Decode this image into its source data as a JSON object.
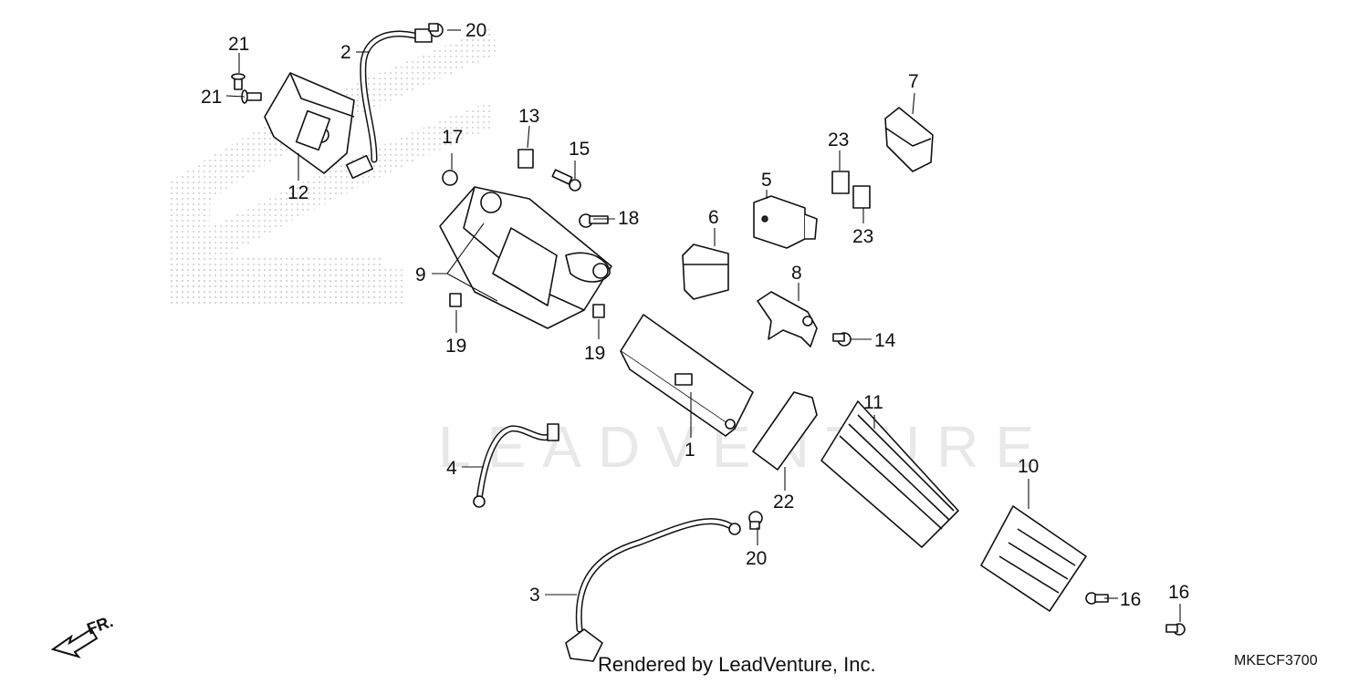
{
  "watermark": {
    "brand": "LEADVENTURE"
  },
  "callouts": [
    {
      "id": "1",
      "text": "1"
    },
    {
      "id": "2",
      "text": "2"
    },
    {
      "id": "3",
      "text": "3"
    },
    {
      "id": "4",
      "text": "4"
    },
    {
      "id": "5",
      "text": "5"
    },
    {
      "id": "6",
      "text": "6"
    },
    {
      "id": "7",
      "text": "7"
    },
    {
      "id": "8",
      "text": "8"
    },
    {
      "id": "9",
      "text": "9"
    },
    {
      "id": "10",
      "text": "10"
    },
    {
      "id": "11",
      "text": "11"
    },
    {
      "id": "12",
      "text": "12"
    },
    {
      "id": "13",
      "text": "13"
    },
    {
      "id": "14",
      "text": "14"
    },
    {
      "id": "15",
      "text": "15"
    },
    {
      "id": "16a",
      "text": "16"
    },
    {
      "id": "16b",
      "text": "16"
    },
    {
      "id": "17",
      "text": "17"
    },
    {
      "id": "18",
      "text": "18"
    },
    {
      "id": "19a",
      "text": "19"
    },
    {
      "id": "19b",
      "text": "19"
    },
    {
      "id": "20a",
      "text": "20"
    },
    {
      "id": "20b",
      "text": "20"
    },
    {
      "id": "21a",
      "text": "21"
    },
    {
      "id": "21b",
      "text": "21"
    },
    {
      "id": "22",
      "text": "22"
    },
    {
      "id": "23a",
      "text": "23"
    },
    {
      "id": "23b",
      "text": "23"
    }
  ],
  "direction_marker": {
    "text": "FR."
  },
  "footer": {
    "rendered_by": "Rendered by LeadVenture, Inc.",
    "diagram_code": "MKECF3700"
  },
  "colors": {
    "ink": "#111111",
    "dots": "#cfcfcf",
    "background": "#ffffff"
  }
}
